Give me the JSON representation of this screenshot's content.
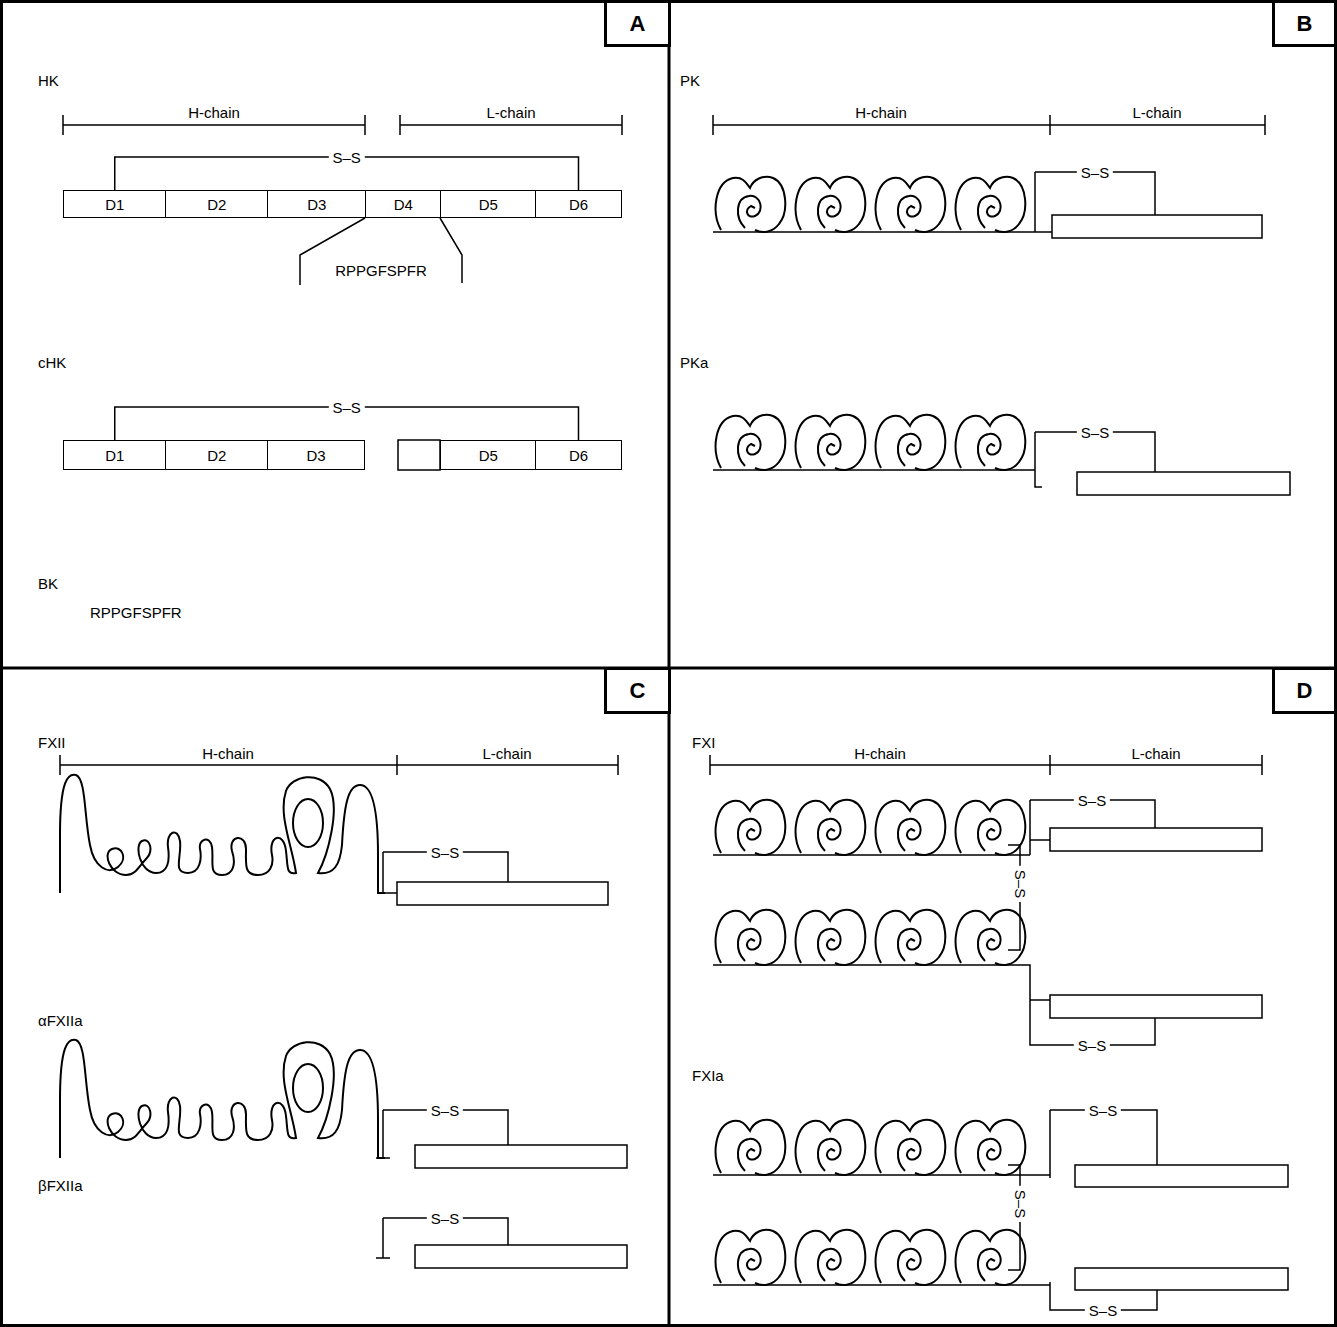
{
  "diagram": {
    "nodes": [
      {
        "text": [
          "A"
        ]
      },
      {
        "text": [
          "D1"
        ]
      },
      {
        "text": [
          "D2"
        ]
      },
      {
        "text": [
          "D3"
        ]
      },
      {
        "text": [
          "D4"
        ]
      },
      {
        "text": [
          "D5"
        ]
      },
      {
        "text": [
          "D6"
        ]
      },
      {
        "text": [
          "D1"
        ]
      },
      {
        "text": [
          "D2"
        ]
      },
      {
        "text": [
          "D3"
        ]
      },
      {
        "text": [
          "D5"
        ]
      },
      {
        "text": [
          "D6"
        ]
      },
      {
        "text": [
          "B"
        ]
      },
      {
        "text": [
          "C"
        ]
      },
      {
        "text": [
          "D"
        ]
      }
    ],
    "edges": [
      {
        "from": 1,
        "to": 6,
        "arrow": "none",
        "label": "S–S"
      },
      {
        "from": 7,
        "to": 11,
        "arrow": "none",
        "label": "S–S"
      }
    ],
    "labels": [
      "HK",
      "H-chain",
      "L-chain",
      "RPPGFSPFR",
      "cHK",
      "BK",
      "RPPGFSPFR",
      "PK",
      "H-chain",
      "L-chain",
      "S–S",
      "PKa",
      "S–S",
      "FXII",
      "H-chain",
      "L-chain",
      "S–S",
      "αFXIIa",
      "S–S",
      "βFXIIa",
      "S–S",
      "FXI",
      "H-chain",
      "L-chain",
      "S–S",
      "S–S",
      "S–S",
      "FXIa",
      "S–S",
      "S–S",
      "S–S"
    ]
  }
}
